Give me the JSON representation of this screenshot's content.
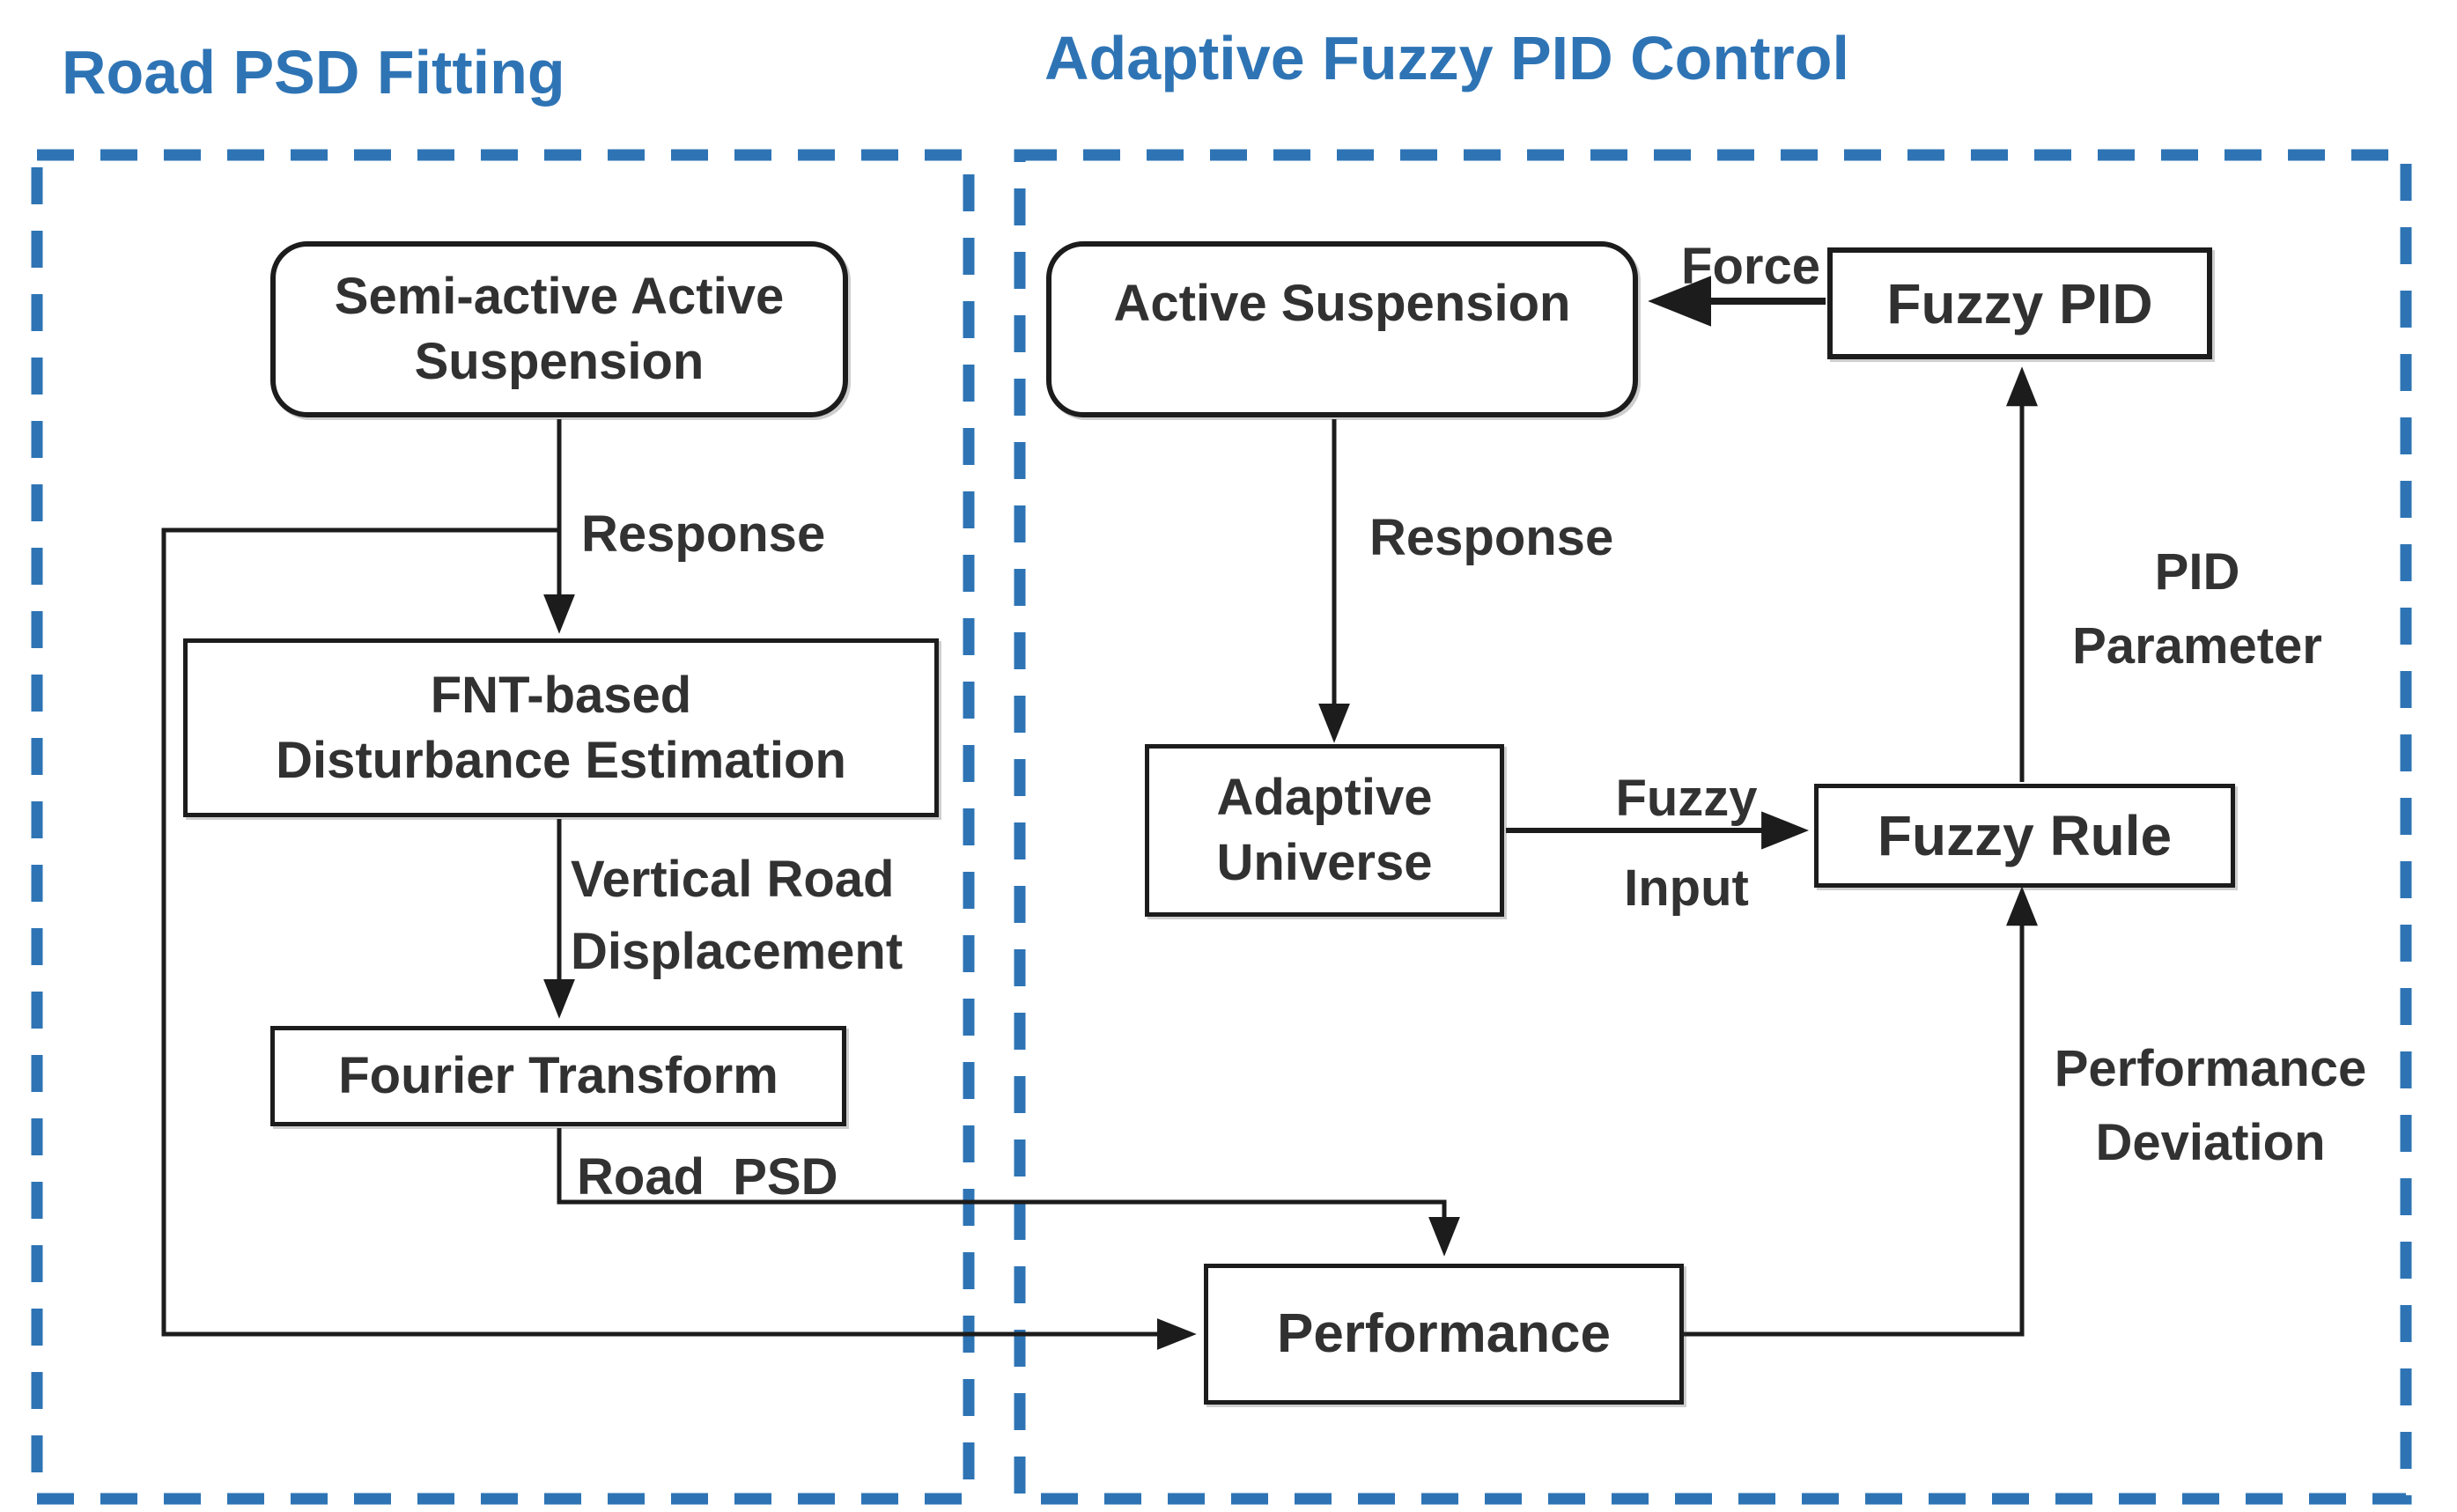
{
  "titles": {
    "left": "Road PSD Fitting",
    "right": "Adaptive Fuzzy PID Control"
  },
  "nodes": {
    "semi_active": "Semi-active Active\nSuspension",
    "fnt": "FNT-based\nDisturbance Estimation",
    "fourier": "Fourier Transform",
    "performance": "Performance",
    "active_suspension": "Active Suspension",
    "fuzzy_pid": "Fuzzy PID",
    "adaptive_universe": "Adaptive\nUniverse",
    "fuzzy_rule": "Fuzzy Rule"
  },
  "labels": {
    "response_left": "Response",
    "vertical_road_displacement": "Vertical Road\nDisplacement",
    "road_psd": "Road  PSD",
    "response_right": "Response",
    "force": "Force",
    "fuzzy_input": "Fuzzy\nInput",
    "pid_parameter": "PID\nParameter",
    "performance_deviation": "Performance\nDeviation"
  },
  "colors": {
    "panel_dash_blue": "#2E74B5",
    "title_blue": "#2E74B5",
    "connector_black": "#1c1c1c",
    "text_dark": "#313131",
    "background": "#ffffff"
  }
}
